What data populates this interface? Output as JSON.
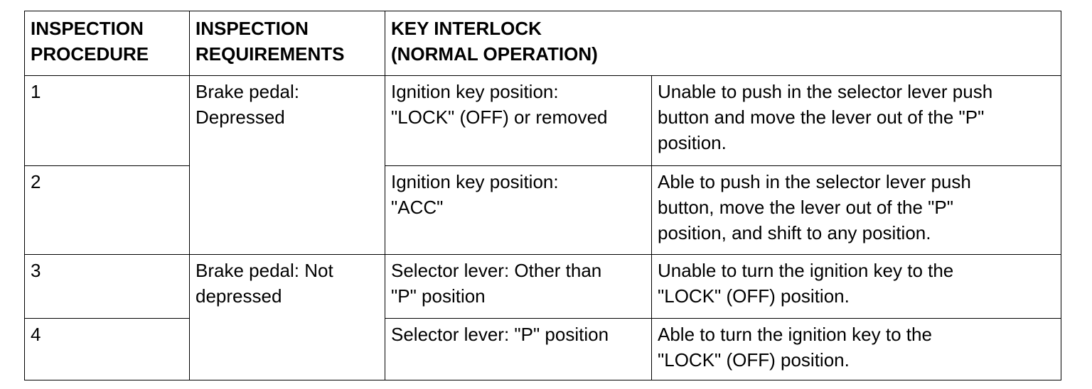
{
  "table": {
    "headers": {
      "procedure": [
        "INSPECTION",
        "PROCEDURE"
      ],
      "requirements": [
        "INSPECTION",
        "REQUIREMENTS"
      ],
      "interlock": [
        "KEY INTERLOCK",
        "(NORMAL OPERATION)"
      ]
    },
    "rows": [
      {
        "procedure": "1",
        "requirement": [
          "Brake pedal:",
          "Depressed"
        ],
        "condition": [
          "Ignition key position:",
          "\"LOCK\" (OFF) or removed"
        ],
        "result": [
          "Unable to push in the selector lever push",
          "button and move the lever out of the \"P\"",
          "position."
        ]
      },
      {
        "procedure": "2",
        "condition": [
          "Ignition key position:",
          "\"ACC\""
        ],
        "result": [
          "Able to push in the selector lever push",
          "button, move the lever out of the \"P\"",
          "position, and shift to any position."
        ]
      },
      {
        "procedure": "3",
        "requirement": [
          "Brake pedal: Not",
          "depressed"
        ],
        "condition": [
          "Selector lever: Other than",
          "\"P\" position"
        ],
        "result": [
          "Unable to turn the ignition key to the",
          "\"LOCK\" (OFF) position."
        ]
      },
      {
        "procedure": "4",
        "condition": [
          "Selector lever: \"P\" position"
        ],
        "result": [
          "Able to turn the ignition key to the",
          "\"LOCK\" (OFF) position."
        ]
      }
    ]
  }
}
